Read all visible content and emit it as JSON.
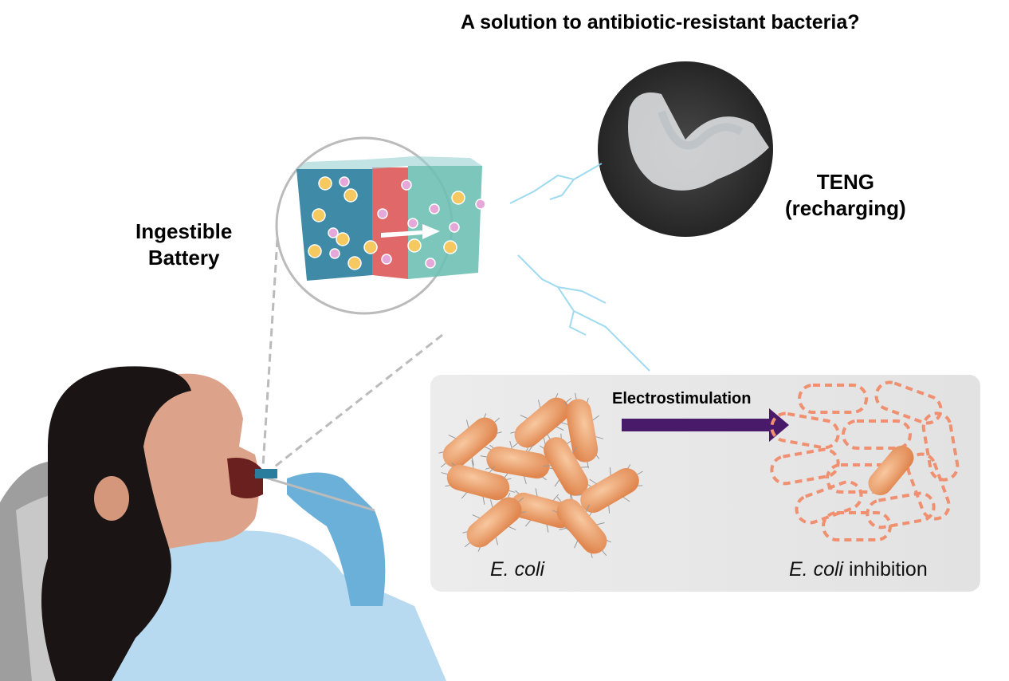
{
  "title": "A solution to antibiotic-resistant bacteria?",
  "battery": {
    "line1": "Ingestible",
    "line2": "Battery"
  },
  "teng": {
    "line1": "TENG",
    "line2": "(recharging)"
  },
  "process": {
    "arrow_label": "Electrostimulation"
  },
  "bacteria": {
    "before_label": "E. coli",
    "after_label_italic": "E. coli",
    "after_label_rest": " inhibition"
  },
  "colors": {
    "bacteria": "#f0a070",
    "dashed_outline": "#f09070",
    "arrow": "#4a1a6a",
    "panel": "#e6e6e6",
    "glove": "#6ab0d8"
  }
}
